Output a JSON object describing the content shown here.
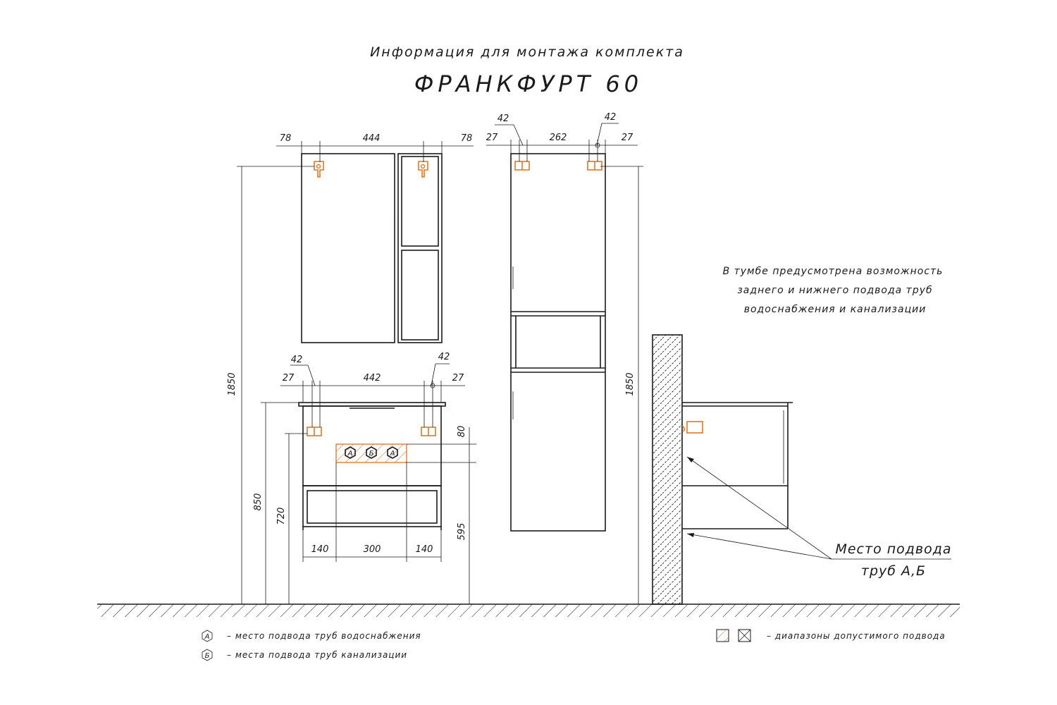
{
  "title_line1": "Информация для монтажа комплекта",
  "title_line2": "ФРАНКФУРТ 60",
  "note": [
    "В тумбе предусмотрена возможность",
    "заднего и нижнего подвода труб",
    "водоснабжения и канализации"
  ],
  "callout": [
    "Место подвода",
    "труб А,Б"
  ],
  "legend": {
    "a_marker": "А",
    "a_text": "– место подвода труб водоснабжения",
    "b_marker": "Б",
    "b_text": "– места подвода труб канализации",
    "range_text": "– диапазоны допустимого подвода"
  },
  "mirror": {
    "left": "78",
    "width": "444",
    "right": "78"
  },
  "column": {
    "s42a": "42",
    "s42b": "42",
    "left": "27",
    "width": "262",
    "right": "27",
    "height": "1850"
  },
  "vanity": {
    "s42a": "42",
    "s42b": "42",
    "left": "27",
    "width": "442",
    "right": "27",
    "h_total": "1850",
    "h_850": "850",
    "h_720": "720",
    "h_80": "80",
    "h_595": "595",
    "b1": "140",
    "b2": "300",
    "b3": "140",
    "hex": [
      "А",
      "Б",
      "А"
    ]
  },
  "colors": {
    "line": "#1a1a1a",
    "accent": "#e8761b",
    "hatch": "#d06a1a"
  }
}
